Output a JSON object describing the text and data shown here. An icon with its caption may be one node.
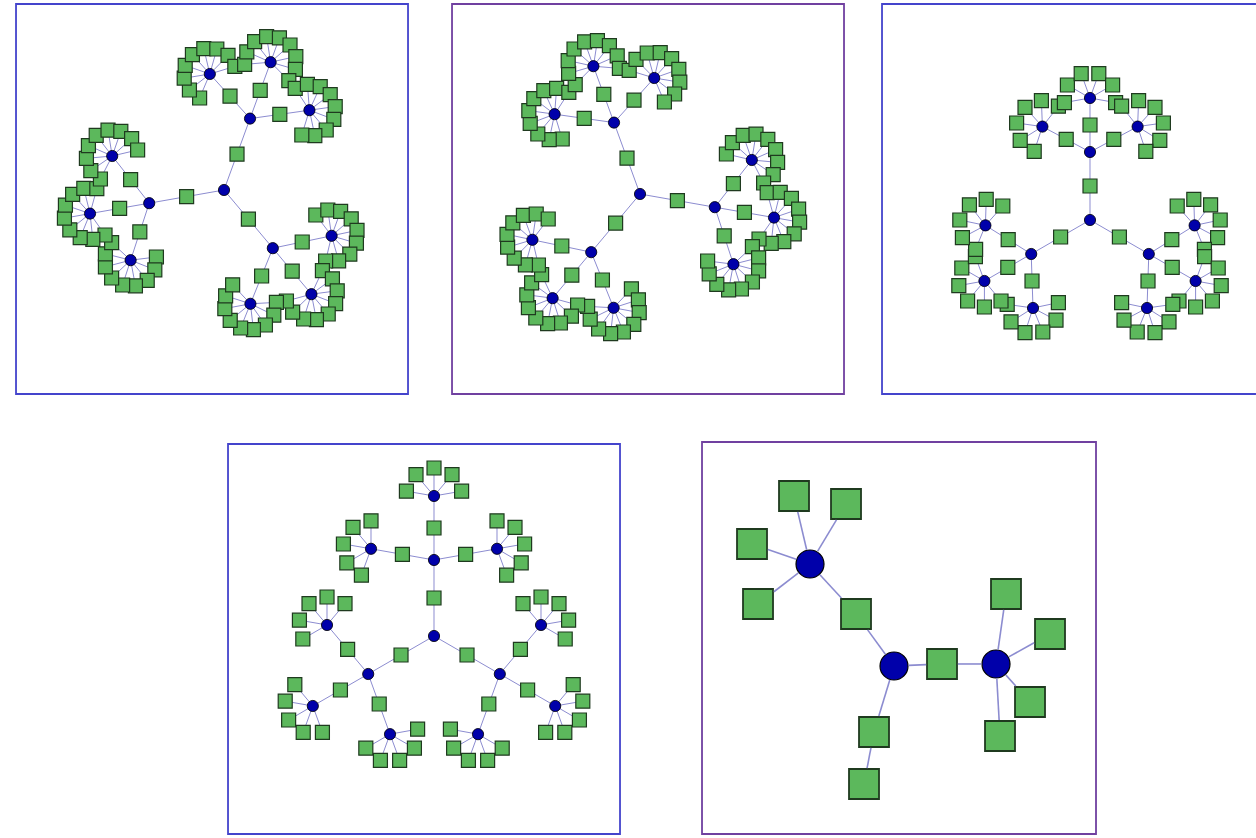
{
  "diagram": {
    "nodes": [
      {
        "text": [],
        "shape": "box"
      },
      {
        "text": [],
        "shape": "box"
      },
      {
        "text": [],
        "shape": "box"
      },
      {
        "text": [],
        "shape": "box"
      },
      {
        "text": [],
        "shape": "box"
      },
      {
        "text": [],
        "shape": "box",
        "in": 4
      },
      {
        "text": [],
        "shape": "box",
        "in": 4
      },
      {
        "text": [],
        "shape": "box",
        "in": 4
      },
      {
        "text": [],
        "shape": "circle",
        "in": 4
      },
      {
        "text": [],
        "shape": "box",
        "in": 4
      },
      {
        "text": [],
        "shape": "box",
        "in": 4
      },
      {
        "text": [],
        "shape": "box",
        "in": 4
      },
      {
        "text": [],
        "shape": "box",
        "in": 4
      },
      {
        "text": [],
        "shape": "circle",
        "in": 4
      },
      {
        "text": [],
        "shape": "box",
        "in": 4
      },
      {
        "text": [],
        "shape": "circle",
        "in": 4
      },
      {
        "text": [],
        "shape": "box",
        "in": 4
      },
      {
        "text": [],
        "shape": "box",
        "in": 4
      },
      {
        "text": [],
        "shape": "box",
        "in": 4
      },
      {
        "text": [],
        "shape": "box",
        "in": 4
      }
    ],
    "edges": [
      {
        "from": 8,
        "to": 5,
        "arrow": "none"
      },
      {
        "from": 8,
        "to": 6,
        "arrow": "none"
      },
      {
        "from": 8,
        "to": 7,
        "arrow": "none"
      },
      {
        "from": 8,
        "to": 9,
        "arrow": "none"
      },
      {
        "from": 8,
        "to": 10,
        "arrow": "none"
      },
      {
        "from": 10,
        "to": 13,
        "arrow": "none"
      },
      {
        "from": 13,
        "to": 14,
        "arrow": "none"
      },
      {
        "from": 14,
        "to": 15,
        "arrow": "none"
      },
      {
        "from": 13,
        "to": 17,
        "arrow": "none"
      },
      {
        "from": 17,
        "to": 19,
        "arrow": "none"
      },
      {
        "from": 15,
        "to": 11,
        "arrow": "none"
      },
      {
        "from": 15,
        "to": 12,
        "arrow": "none"
      },
      {
        "from": 15,
        "to": 16,
        "arrow": "none"
      },
      {
        "from": 15,
        "to": 18,
        "arrow": "none"
      }
    ]
  }
}
